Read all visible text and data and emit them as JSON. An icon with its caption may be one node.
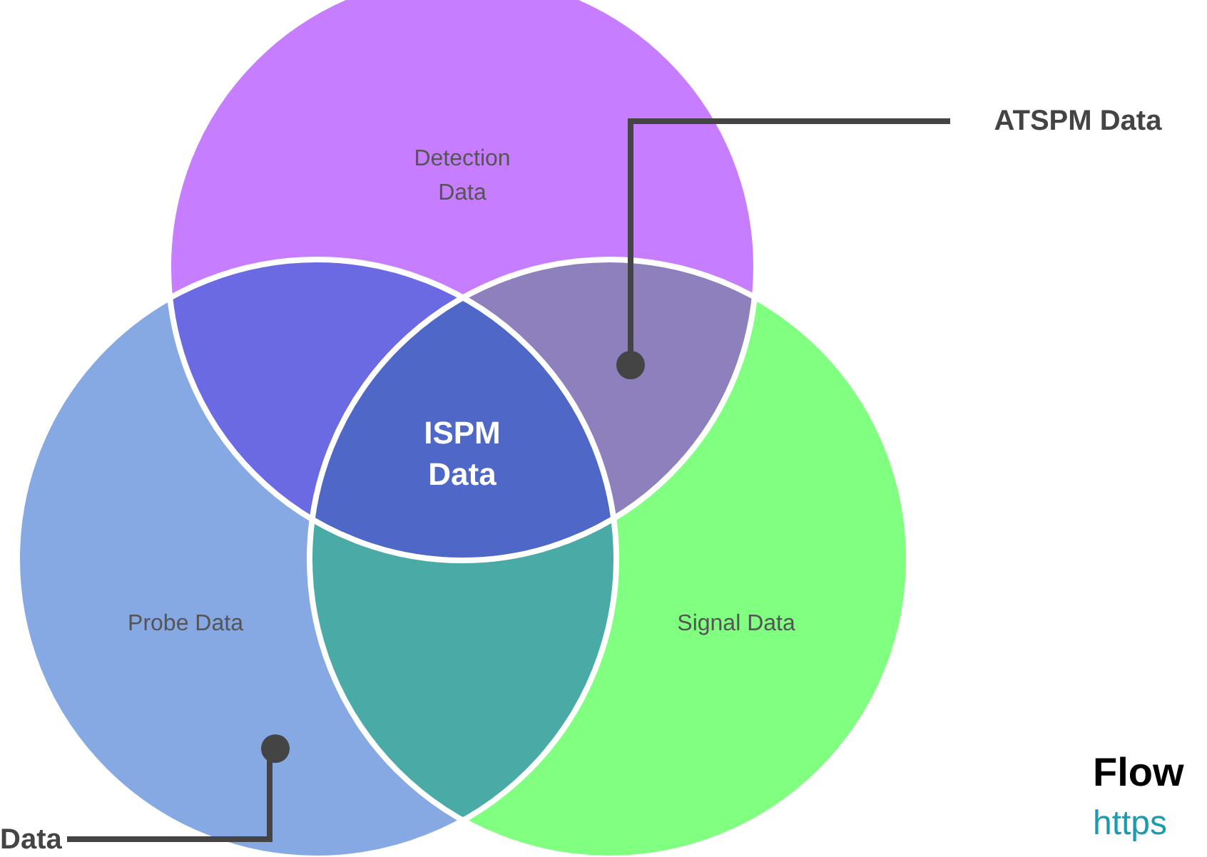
{
  "diagram": {
    "nodes": [
      {
        "text": [
          "Detection Data"
        ]
      },
      {
        "text": [
          "ATSPM Data"
        ]
      },
      {
        "text": [
          "ISPM Data"
        ]
      },
      {
        "text": [
          "Probe Data"
        ]
      },
      {
        "text": [
          "Signal Data"
        ]
      },
      {
        "text": [
          "Data"
        ]
      }
    ],
    "edges": [
      {
        "from": 1,
        "to": 0,
        "arrow": "other"
      },
      {
        "from": 5,
        "to": 3,
        "arrow": "other"
      }
    ],
    "labels": [
      "Flow",
      "https"
    ]
  }
}
